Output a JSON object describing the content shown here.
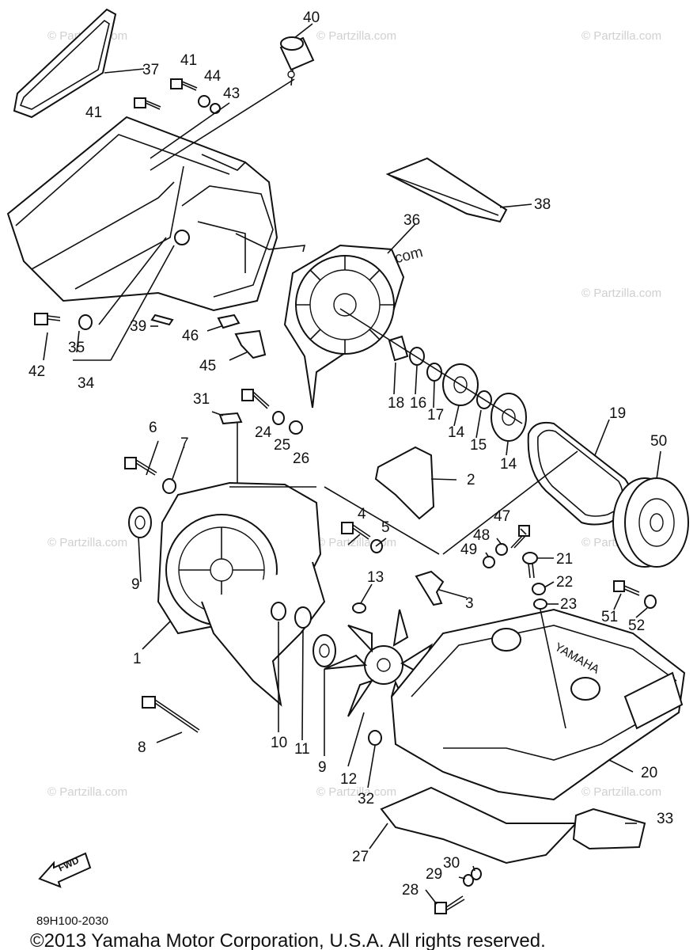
{
  "diagram": {
    "part_code": "89H100-2030",
    "copyright": "©2013  Yamaha Motor Corporation, U.S.A. All rights reserved.",
    "fwd_label": "FWD",
    "brand_mark": "YAMAHA",
    "watermark": "© Partzilla.com",
    "watermark_center": "Partzilla.com",
    "callouts": [
      "1",
      "2",
      "3",
      "4",
      "5",
      "6",
      "7",
      "8",
      "9",
      "9",
      "10",
      "11",
      "12",
      "13",
      "14",
      "14",
      "15",
      "16",
      "17",
      "18",
      "19",
      "20",
      "21",
      "22",
      "23",
      "24",
      "25",
      "26",
      "27",
      "28",
      "29",
      "30",
      "31",
      "32",
      "33",
      "34",
      "35",
      "36",
      "37",
      "38",
      "39",
      "40",
      "41",
      "41",
      "42",
      "43",
      "44",
      "45",
      "46",
      "47",
      "48",
      "49",
      "50",
      "51",
      "52"
    ]
  }
}
